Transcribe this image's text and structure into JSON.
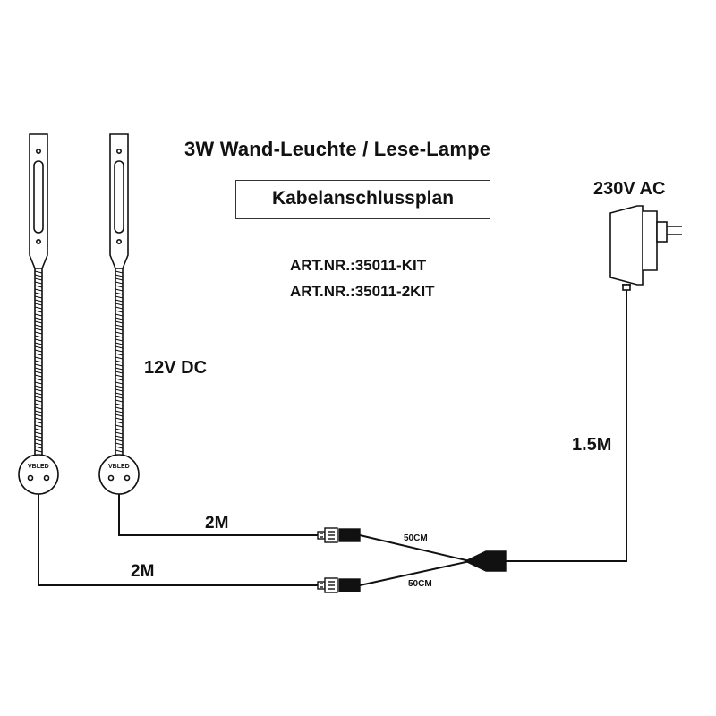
{
  "title": "3W Wand-Leuchte / Lese-Lampe",
  "subtitle": "Kabelanschlussplan",
  "article_numbers": [
    "ART.NR.:35011-KIT",
    "ART.NR.:35011-2KIT"
  ],
  "labels": {
    "voltage_dc": "12V DC",
    "voltage_ac": "230V AC",
    "adapter_cable": "1.5M",
    "lamp_cable_1": "2M",
    "lamp_cable_2": "2M",
    "split_cable_1": "50CM",
    "split_cable_2": "50CM",
    "lamp_brand_1": "VBLED",
    "lamp_brand_2": "VBLED"
  }
}
